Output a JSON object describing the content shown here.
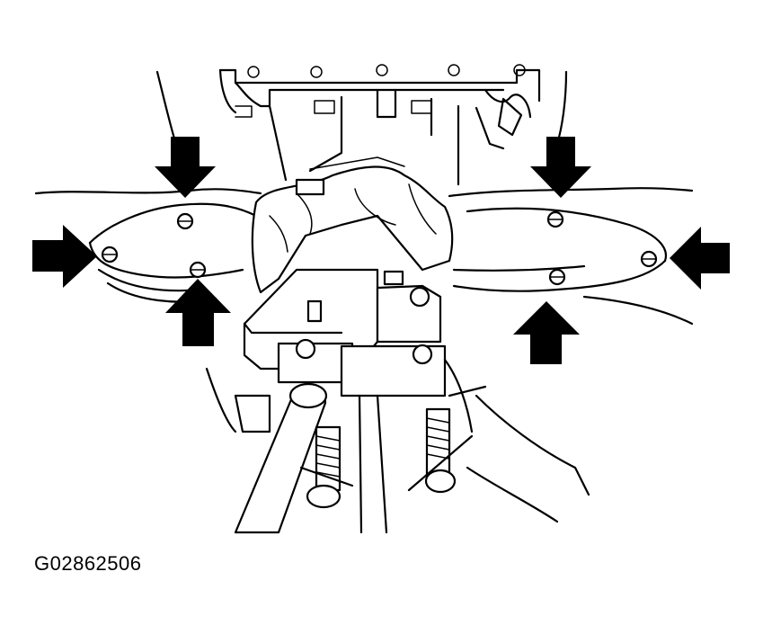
{
  "figure": {
    "id_label": "G02862506",
    "arrow_icon": "bold-black-arrow",
    "arrows": [
      {
        "name": "arrow-upper-left-down",
        "direction": "down"
      },
      {
        "name": "arrow-left-pointing-right",
        "direction": "right"
      },
      {
        "name": "arrow-lower-left-up",
        "direction": "up"
      },
      {
        "name": "arrow-upper-right-down",
        "direction": "down"
      },
      {
        "name": "arrow-right-pointing-left",
        "direction": "left"
      },
      {
        "name": "arrow-lower-right-up",
        "direction": "up"
      }
    ]
  }
}
